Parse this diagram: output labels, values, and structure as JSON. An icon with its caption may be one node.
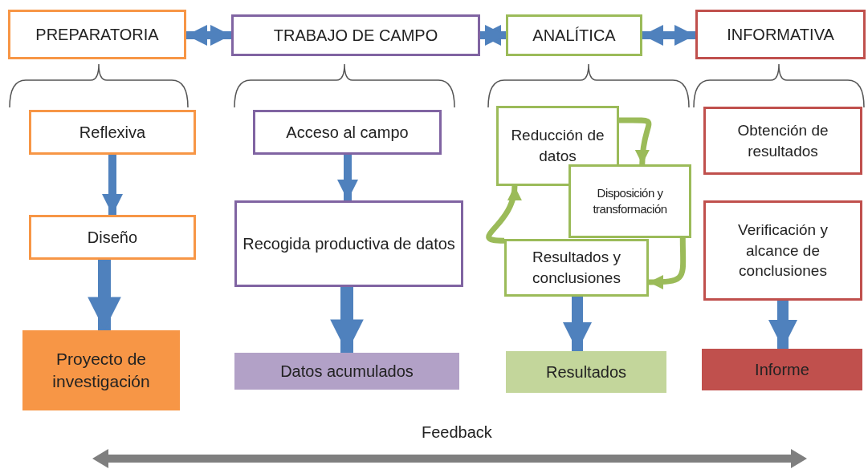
{
  "diagram": {
    "nodes": [
      {
        "text": [
          "PREPARATORIA"
        ]
      },
      {
        "text": [
          "TRABAJO DE CAMPO"
        ]
      },
      {
        "text": [
          "ANALÍTICA"
        ]
      },
      {
        "text": [
          "INFORMATIVA"
        ]
      },
      {
        "text": [
          "Reflexiva"
        ]
      },
      {
        "text": [
          "Diseño"
        ]
      },
      {
        "text": [
          "Proyecto de investigación"
        ]
      },
      {
        "text": [
          "Acceso al campo"
        ]
      },
      {
        "text": [
          "Recogida productiva de datos"
        ]
      },
      {
        "text": [
          "Datos acumulados"
        ]
      },
      {
        "text": [
          "Reducción de datos"
        ]
      },
      {
        "text": [
          "Disposición y transformación"
        ]
      },
      {
        "text": [
          "Resultados y conclusiones"
        ]
      },
      {
        "text": [
          "Resultados"
        ]
      },
      {
        "text": [
          "Obtención de resultados"
        ]
      },
      {
        "text": [
          "Verificación y alcance de conclusiones"
        ]
      },
      {
        "text": [
          "Informe"
        ]
      }
    ],
    "edges": [
      {
        "from": 0,
        "to": 1,
        "arrow": "both"
      },
      {
        "from": 1,
        "to": 2,
        "arrow": "both"
      },
      {
        "from": 2,
        "to": 3,
        "arrow": "both"
      },
      {
        "from": 4,
        "to": 5,
        "arrow": "to"
      },
      {
        "from": 5,
        "to": 6,
        "arrow": "to"
      },
      {
        "from": 7,
        "to": 8,
        "arrow": "to"
      },
      {
        "from": 8,
        "to": 9,
        "arrow": "to"
      },
      {
        "from": 10,
        "to": 11,
        "arrow": "to",
        "color": "#9bbb59"
      },
      {
        "from": 11,
        "to": 12,
        "arrow": "to",
        "color": "#9bbb59"
      },
      {
        "from": 12,
        "to": 10,
        "arrow": "to",
        "color": "#9bbb59"
      },
      {
        "from": 12,
        "to": 13,
        "arrow": "to"
      },
      {
        "from": 15,
        "to": 16,
        "arrow": "to"
      }
    ],
    "labels": [
      "Feedback"
    ]
  }
}
